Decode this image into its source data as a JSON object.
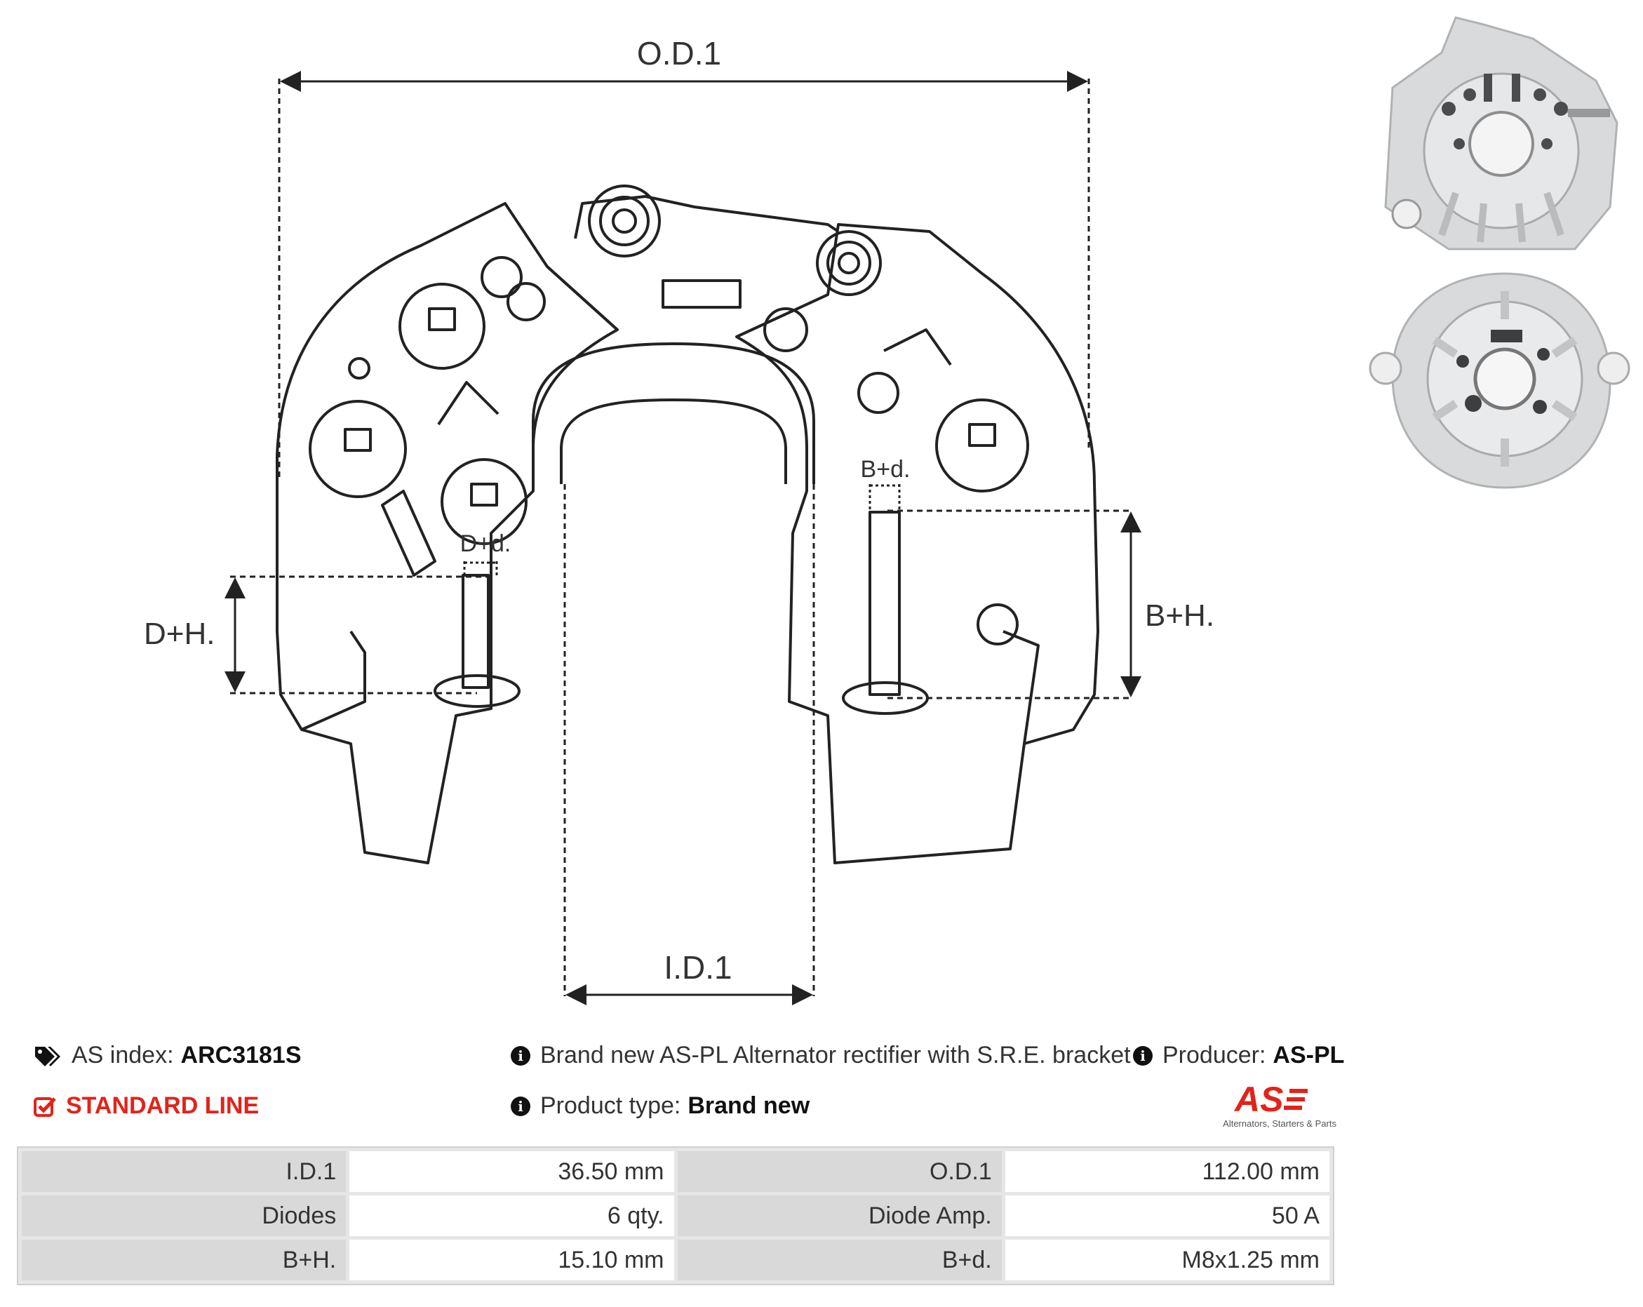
{
  "diagram": {
    "od_label": "O.D.1",
    "id_label": "I.D.1",
    "dh_label": "D+H.",
    "dd_label": "D+d.",
    "bh_label": "B+H.",
    "bd_label": "B+d."
  },
  "info": {
    "as_index_label": "AS index:",
    "as_index_value": "ARC3181S",
    "standard_line": "STANDARD LINE",
    "description": "Brand new AS-PL Alternator rectifier with S.R.E. bracket",
    "product_type_label": "Product type:",
    "product_type_value": "Brand new",
    "producer_label": "Producer:",
    "producer_value": "AS-PL"
  },
  "logo": {
    "text": "AS",
    "tagline": "Alternators, Starters & Parts",
    "color": "#e2231a"
  },
  "specs": [
    {
      "label1": "I.D.1",
      "value1": "36.50 mm",
      "label2": "O.D.1",
      "value2": "112.00 mm"
    },
    {
      "label1": "Diodes",
      "value1": "6 qty.",
      "label2": "Diode Amp.",
      "value2": "50 A"
    },
    {
      "label1": "B+H.",
      "value1": "15.10 mm",
      "label2": "B+d.",
      "value2": "M8x1.25 mm"
    }
  ],
  "icons": {
    "tag": "tags-icon",
    "check": "checkbox-checked-icon",
    "info": "info-circle-icon"
  }
}
